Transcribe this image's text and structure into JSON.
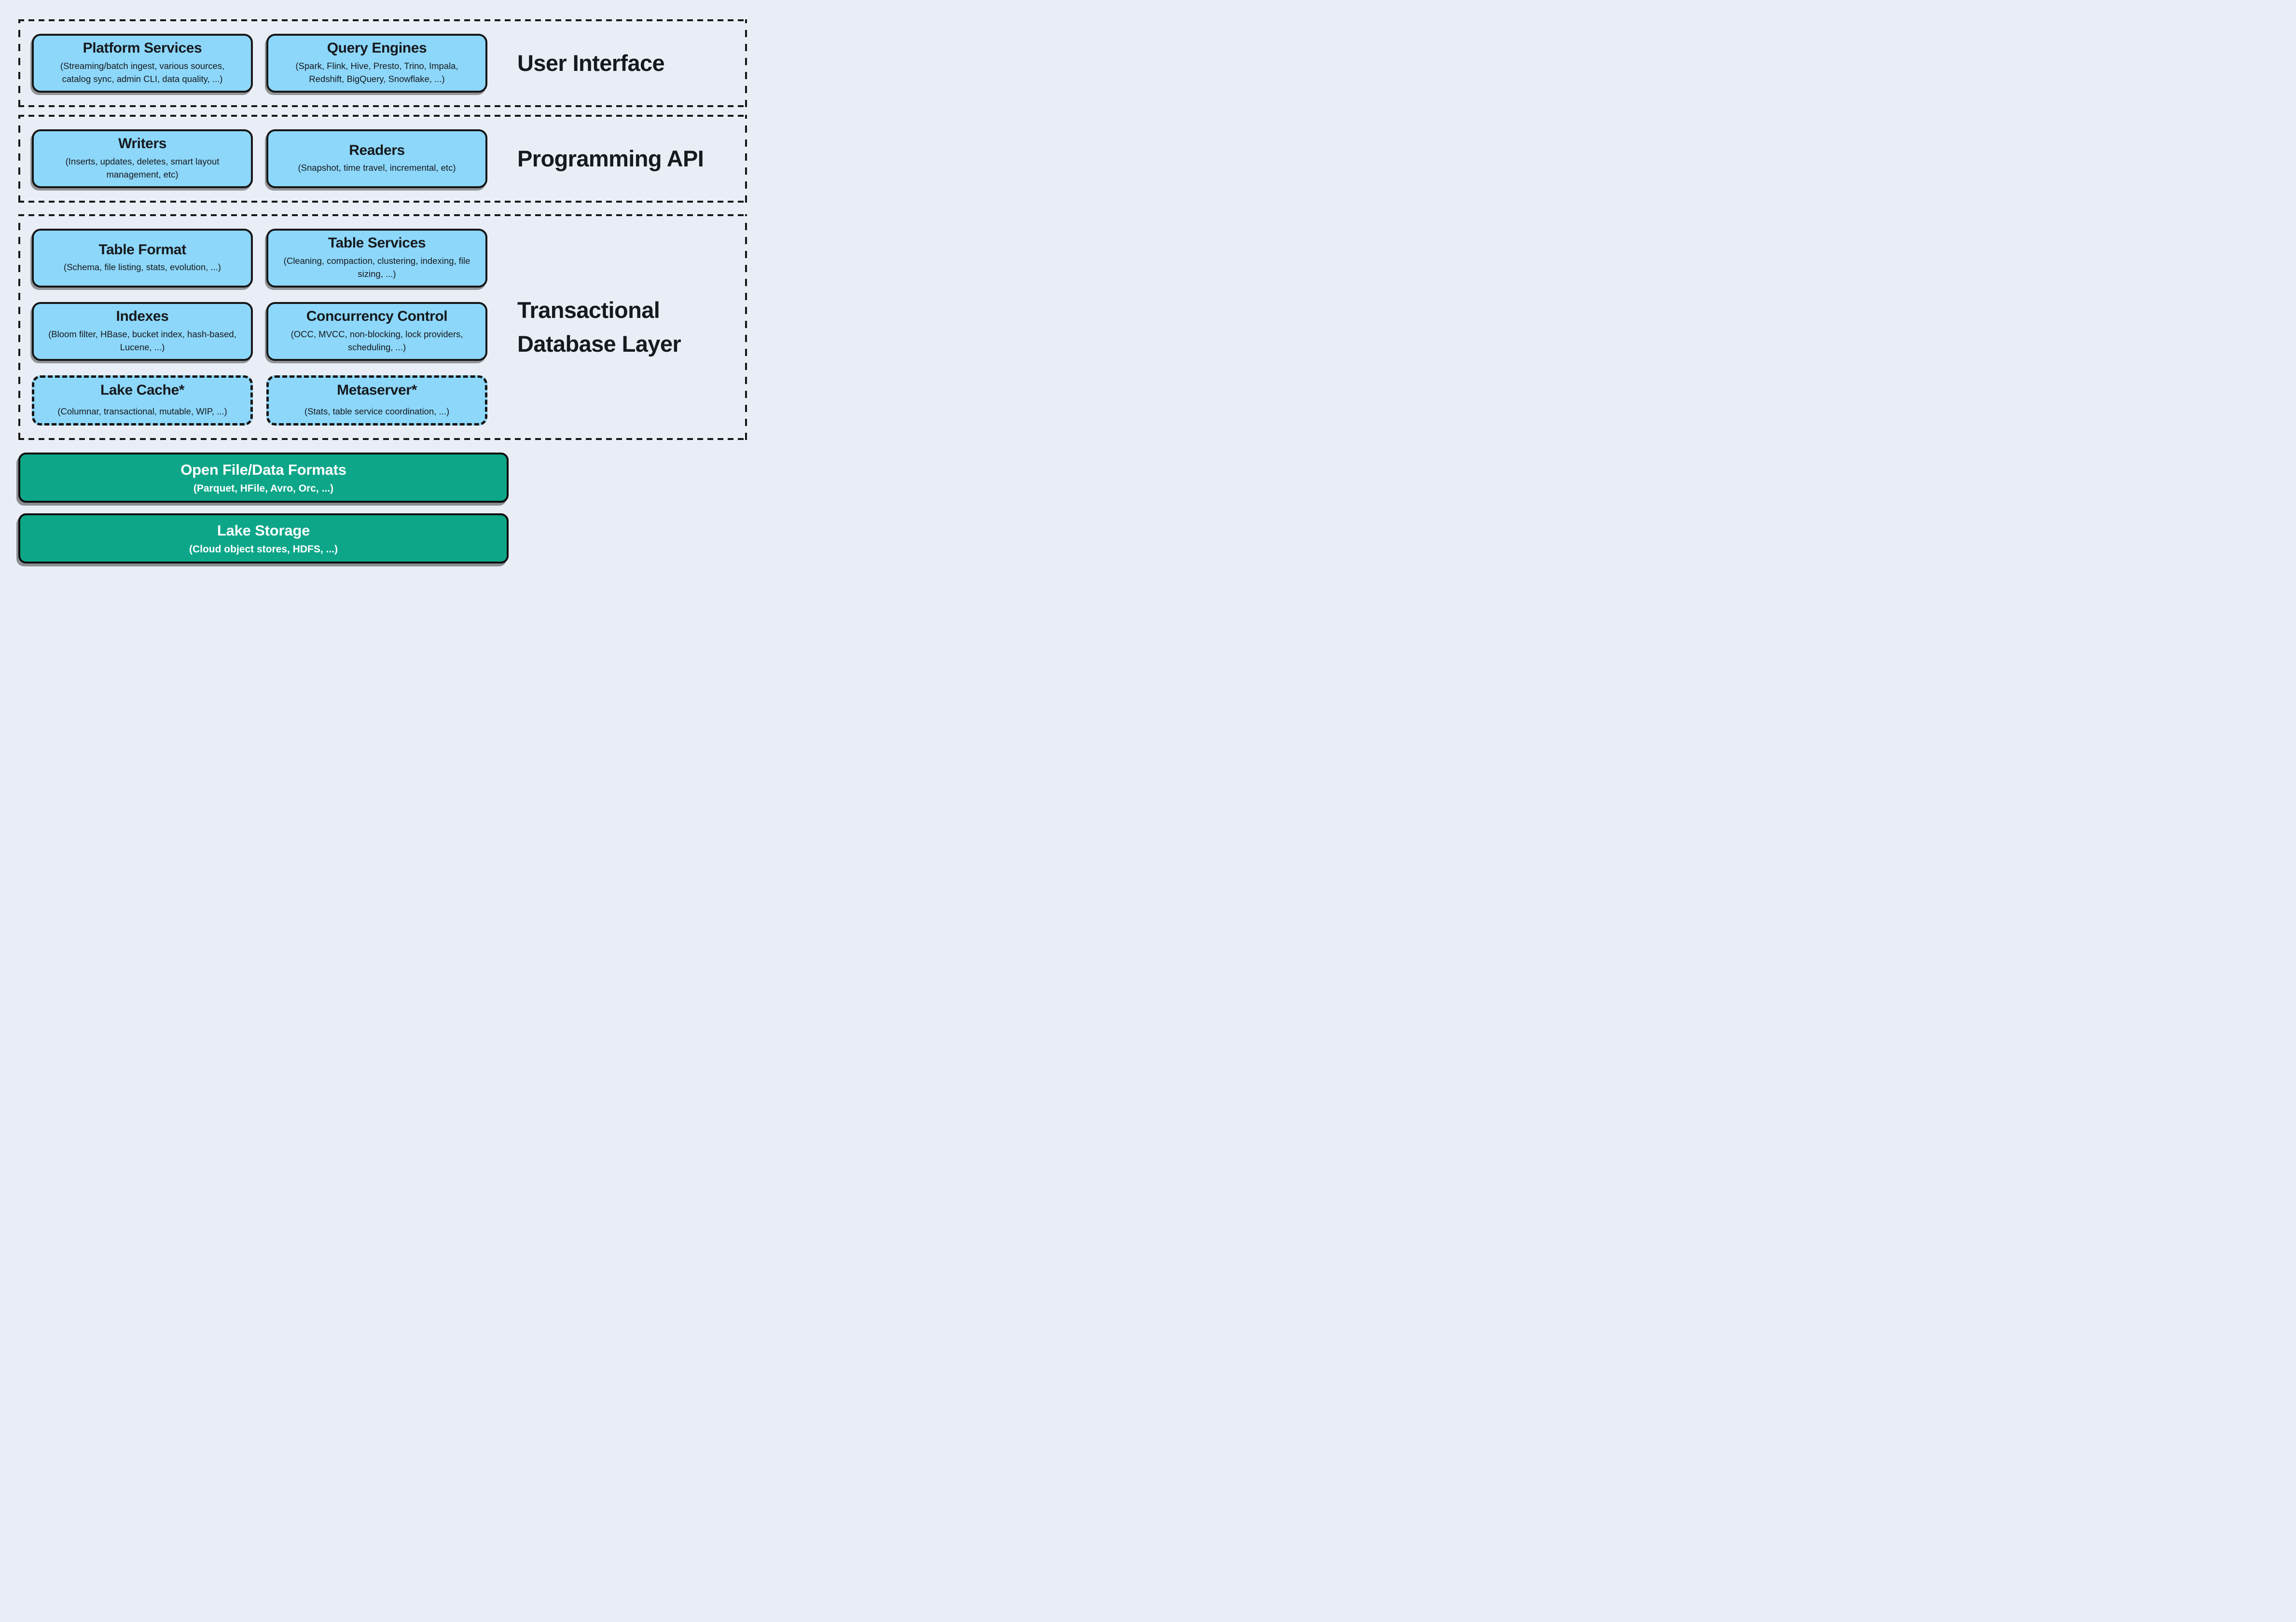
{
  "colors": {
    "background": "#e9eef6",
    "box_blue": "#8dd7fa",
    "box_green": "#0ea689",
    "ink": "#16191d",
    "border": "#161616",
    "text_light": "#ffffff"
  },
  "sections": [
    {
      "label": "User Interface",
      "boxes": [
        {
          "title": "Platform Services",
          "subtitle": "(Streaming/batch ingest, various sources, catalog sync, admin CLI, data quality, ...)"
        },
        {
          "title": "Query Engines",
          "subtitle": "(Spark, Flink, Hive, Presto, Trino, Impala, Redshift, BigQuery, Snowflake, ...)"
        }
      ]
    },
    {
      "label": "Programming API",
      "boxes": [
        {
          "title": "Writers",
          "subtitle": "(Inserts, updates, deletes, smart layout management, etc)"
        },
        {
          "title": "Readers",
          "subtitle": "(Snapshot, time travel, incremental, etc)"
        }
      ]
    },
    {
      "label": "Transactional Database Layer",
      "boxes": [
        {
          "title": "Table Format",
          "subtitle": "(Schema, file listing, stats, evolution, ...)"
        },
        {
          "title": "Table Services",
          "subtitle": "(Cleaning, compaction, clustering, indexing, file sizing, ...)"
        },
        {
          "title": "Indexes",
          "subtitle": "(Bloom filter, HBase, bucket index, hash-based, Lucene, ...)"
        },
        {
          "title": "Concurrency Control",
          "subtitle": "(OCC, MVCC, non-blocking, lock providers, scheduling, ...)"
        },
        {
          "title": "Lake Cache*",
          "subtitle": "(Columnar, transactional, mutable, WIP, ...)",
          "dashed": true
        },
        {
          "title": "Metaserver*",
          "subtitle": "(Stats, table service coordination, ...)",
          "dashed": true
        }
      ]
    }
  ],
  "storage_bars": [
    {
      "title": "Open File/Data Formats",
      "subtitle": "(Parquet, HFile, Avro, Orc, ...)"
    },
    {
      "title": "Lake Storage",
      "subtitle": "(Cloud object stores, HDFS, ...)"
    }
  ]
}
